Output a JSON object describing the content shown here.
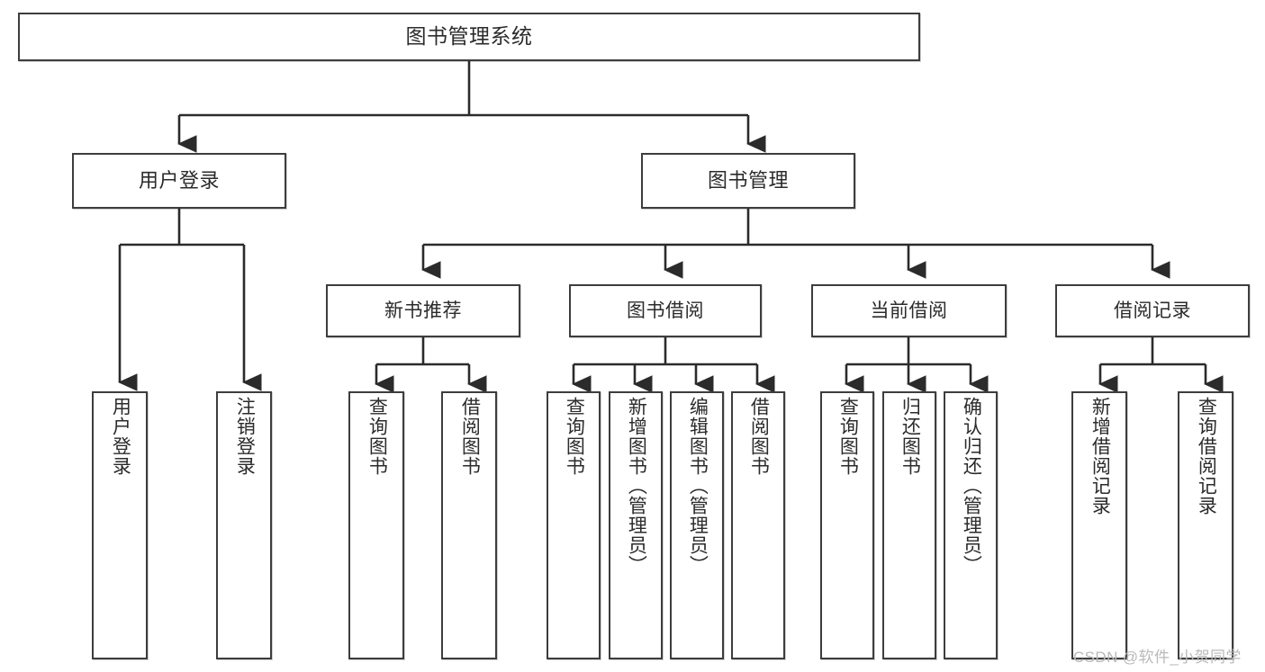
{
  "diagram": {
    "title": "图书管理系统",
    "type": "tree",
    "orientation": "top-down",
    "colors": {
      "box_border": "#3d3d3d",
      "box_fill": "#ffffff",
      "edge": "#2b2b2b",
      "text": "#2b2b2b",
      "watermark": "#b9b9b9",
      "background": "#ffffff"
    },
    "watermark": "CSDN @软件_小贺同学"
  },
  "nodes": {
    "root": {
      "label": "图书管理系统"
    },
    "level2": [
      {
        "id": "user-login",
        "label": "用户登录"
      },
      {
        "id": "book-manage",
        "label": "图书管理"
      }
    ],
    "level3": [
      {
        "id": "new-book-rec",
        "label": "新书推荐"
      },
      {
        "id": "book-borrow",
        "label": "图书借阅"
      },
      {
        "id": "current-borrow",
        "label": "当前借阅"
      },
      {
        "id": "borrow-record",
        "label": "借阅记录"
      }
    ],
    "leaves": [
      {
        "id": "leaf-user-login",
        "label": "用户登录",
        "parent": "user-login"
      },
      {
        "id": "leaf-user-logout",
        "label": "注销登录",
        "parent": "user-login"
      },
      {
        "id": "leaf-query-book-rec",
        "label": "查询图书",
        "parent": "new-book-rec"
      },
      {
        "id": "leaf-borrow-book-rec",
        "label": "借阅图书",
        "parent": "new-book-rec"
      },
      {
        "id": "leaf-query-book-b",
        "label": "查询图书",
        "parent": "book-borrow"
      },
      {
        "id": "leaf-add-book",
        "label": "新增图书（管理员）",
        "parent": "book-borrow"
      },
      {
        "id": "leaf-edit-book",
        "label": "编辑图书（管理员）",
        "parent": "book-borrow"
      },
      {
        "id": "leaf-borrow-book-b",
        "label": "借阅图书",
        "parent": "book-borrow"
      },
      {
        "id": "leaf-query-book-c",
        "label": "查询图书",
        "parent": "current-borrow"
      },
      {
        "id": "leaf-return-book",
        "label": "归还图书",
        "parent": "current-borrow"
      },
      {
        "id": "leaf-confirm-return",
        "label": "确认归还（管理员）",
        "parent": "current-borrow"
      },
      {
        "id": "leaf-add-record",
        "label": "新增借阅记录",
        "parent": "borrow-record"
      },
      {
        "id": "leaf-query-record",
        "label": "查询借阅记录",
        "parent": "borrow-record"
      }
    ]
  }
}
